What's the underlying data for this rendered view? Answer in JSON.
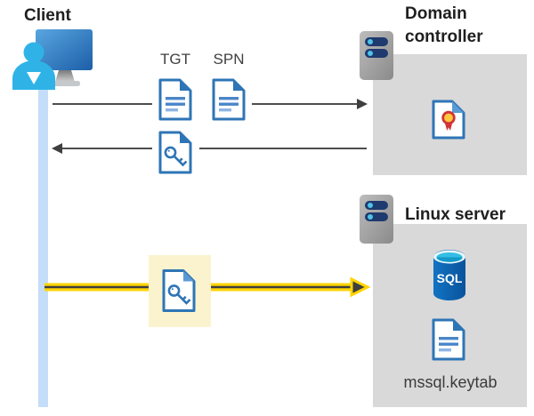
{
  "client": {
    "title": "Client"
  },
  "flows": {
    "request_labels": {
      "tgt": "TGT",
      "spn": "SPN"
    }
  },
  "domain_controller": {
    "title": "Domain controller"
  },
  "linux_server": {
    "title": "Linux server",
    "sql_badge": "SQL",
    "keytab_filename": "mssql.keytab"
  },
  "colors": {
    "document_blue": "#2e75b6",
    "panel_gray": "#d9d9d9",
    "lifeline_blue": "#c4ddf8",
    "arrow_gray": "#4d4d4d",
    "highlight_yellow": "#ffd400",
    "highlight_cream": "#faf3ce",
    "sql_database_blue": "#0d62ae",
    "person_cyan": "#2fb3e7",
    "cert_seal_yellow": "#ffc83d",
    "cert_seal_red": "#d13438",
    "server_led_blue": "#4fc3e8",
    "server_slot_navy": "#1e3a6e"
  }
}
